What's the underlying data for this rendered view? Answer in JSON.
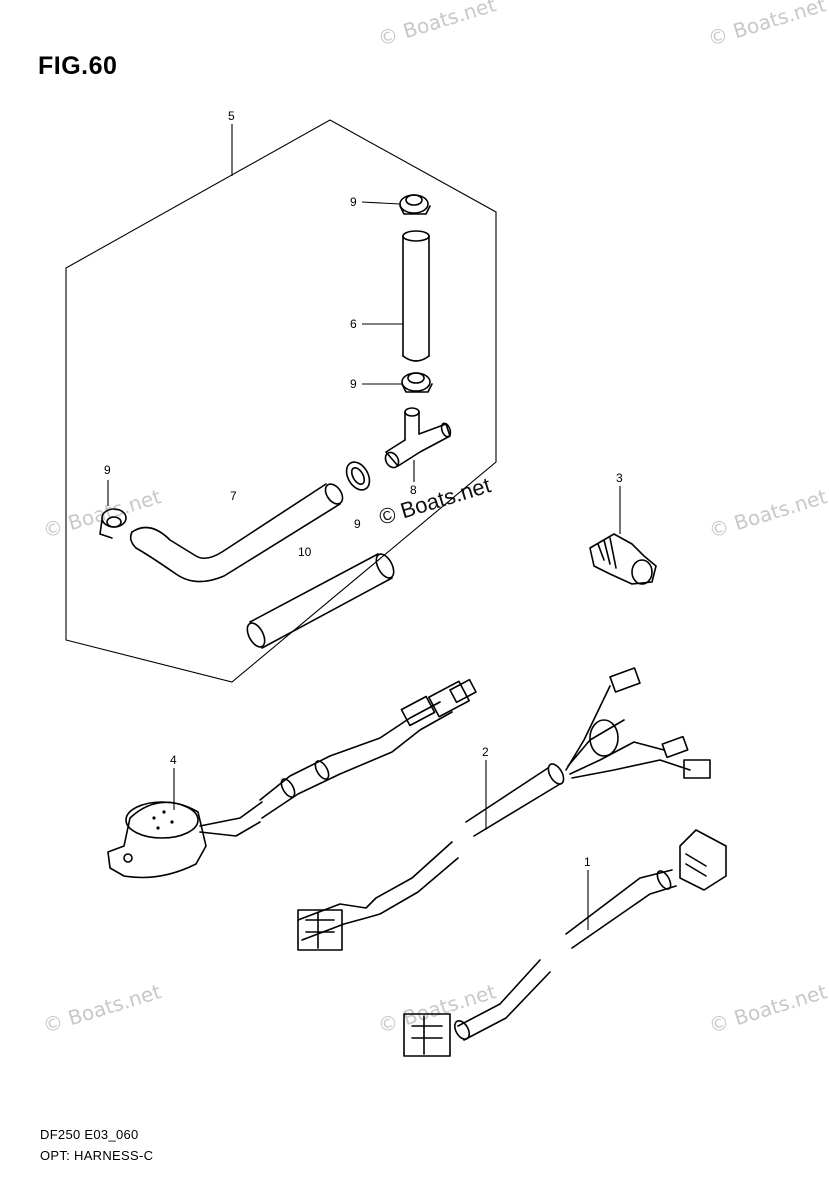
{
  "figure": {
    "title": "FIG.60",
    "footer_code": "DF250 E03_060",
    "footer_name": "OPT: HARNESS-C"
  },
  "watermark": {
    "text": "© Boats.net",
    "color": "#c8c8c8"
  },
  "callouts": {
    "c5": "5",
    "c9a": "9",
    "c6": "6",
    "c9b": "9",
    "c9c": "9",
    "c7": "7",
    "c8": "8",
    "c9d": "9",
    "c10": "10",
    "c3": "3",
    "c4": "4",
    "c2": "2",
    "c1": "1"
  },
  "icons": [
    "speaker-sensor-icon",
    "wire-harness-icon",
    "hose-icon",
    "clamp-icon",
    "t-joint-icon",
    "plug-icon"
  ]
}
